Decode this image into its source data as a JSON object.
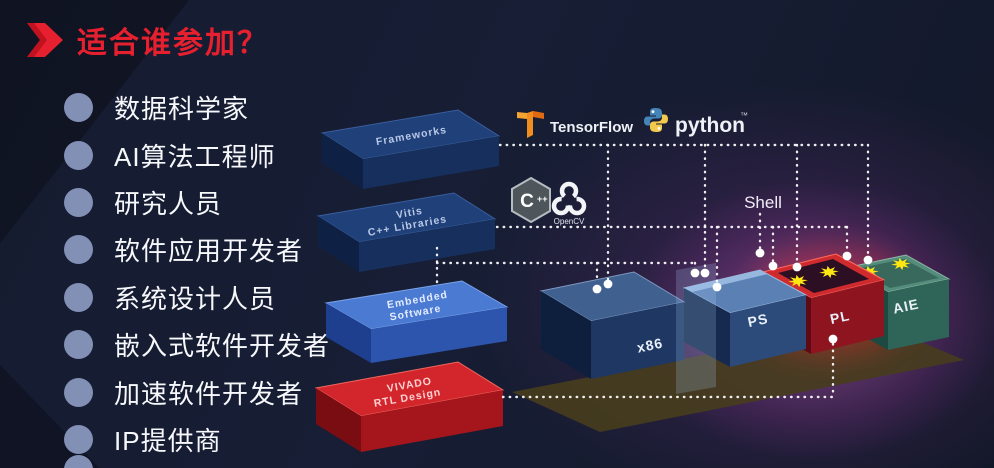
{
  "slide": {
    "title": "适合谁参加？"
  },
  "audience": {
    "items": [
      "数据科学家",
      "AI算法工程师",
      "研究人员",
      "软件应用开发者",
      "系统设计人员",
      "嵌入式软件开发者",
      "加速软件开发者",
      "IP提供商"
    ]
  },
  "diagram": {
    "software_stack": [
      {
        "line1": "Frameworks"
      },
      {
        "line1": "Vitis",
        "line2": "C++ Libraries"
      },
      {
        "line1": "Embedded",
        "line2": "Software"
      },
      {
        "line1": "VIVADO",
        "line2": "RTL Design"
      }
    ],
    "logos": {
      "tensorflow": "TensorFlow",
      "python": "python",
      "python_tm": "™",
      "cpp_c": "C",
      "cpp_plus": "++",
      "opencv": "OpenCV"
    },
    "shell_label": "Shell",
    "hardware_blocks": [
      {
        "label": "x86"
      },
      {
        "label": "PS"
      },
      {
        "label": "PL"
      },
      {
        "label": "AIE"
      }
    ],
    "colors": {
      "title_red": "#e6202e",
      "bullet_blue_gray": "#8390b6",
      "stack_navy": "#1f4078",
      "stack_blue": "#4a7ad2",
      "stack_red": "#d3262c",
      "block_blue": "#40608f",
      "ps_blue": "#5b80b4",
      "pl_red": "#cf2a2e",
      "aie_teal": "#548c7c",
      "ip_core_yellow": "#ffe812",
      "glow_purple": "#b055a8",
      "background_navy": "#171e35"
    }
  }
}
